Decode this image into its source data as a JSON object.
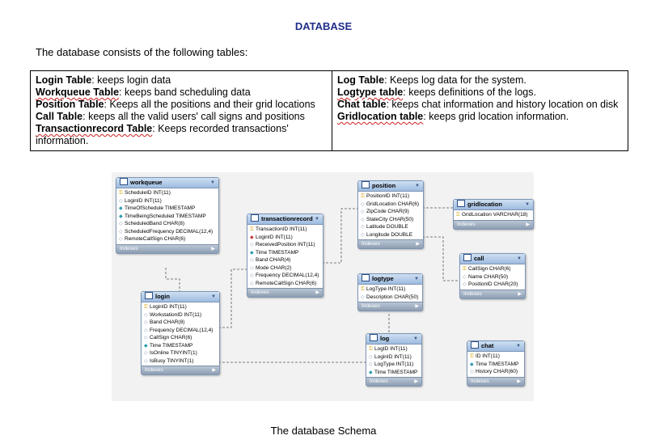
{
  "title": "DATABASE",
  "intro": "The database consists of the following tables:",
  "left_cell": [
    {
      "name": "Login Table",
      "desc": ": keeps login data",
      "squiggle": false
    },
    {
      "name": "Workqueue Table",
      "desc": ": keeps band scheduling data",
      "squiggle": true
    },
    {
      "name": "Position Table",
      "desc": ": Keeps all the positions and their grid locations",
      "squiggle": false
    },
    {
      "name": "Call Table",
      "desc": ": keeps all the valid users' call signs and positions",
      "squiggle": false
    },
    {
      "name": "Transactionrecord Table",
      "desc": ": Keeps recorded transactions' information.",
      "squiggle": true
    }
  ],
  "right_cell": [
    {
      "name": "Log Table",
      "desc": ": Keeps log data for the system.",
      "squiggle": false
    },
    {
      "name": "Logtype table",
      "desc": ": keeps definitions of the logs.",
      "squiggle": true
    },
    {
      "name": "Chat table",
      "desc": ": keeps chat information and history location on disk",
      "squiggle": false
    },
    {
      "name": "Gridlocation table",
      "desc": ": keeps grid location information.",
      "squiggle": true
    }
  ],
  "schema": {
    "indexes_label": "Indexes",
    "tables": {
      "workqueue": {
        "name": "workqueue",
        "columns": [
          {
            "icon": "pk",
            "text": "ScheduleID INT(11)"
          },
          {
            "icon": "nu",
            "text": "LoginID INT(11)"
          },
          {
            "icon": "nn",
            "text": "TimeOfSchedule TIMESTAMP"
          },
          {
            "icon": "nn",
            "text": "TimeBeingScheduled TIMESTAMP"
          },
          {
            "icon": "nu",
            "text": "ScheduledBand CHAR(8)"
          },
          {
            "icon": "nu",
            "text": "ScheduledFrequency DECIMAL(12,4)"
          },
          {
            "icon": "nu",
            "text": "RemoteCallSign CHAR(6)"
          }
        ]
      },
      "login": {
        "name": "login",
        "columns": [
          {
            "icon": "pk",
            "text": "LoginID INT(11)"
          },
          {
            "icon": "nu",
            "text": "WorkstationID INT(11)"
          },
          {
            "icon": "nu",
            "text": "Band CHAR(8)"
          },
          {
            "icon": "nu",
            "text": "Frequency DECIMAL(12,4)"
          },
          {
            "icon": "nu",
            "text": "CallSign CHAR(6)"
          },
          {
            "icon": "nn",
            "text": "Time TIMESTAMP"
          },
          {
            "icon": "nu",
            "text": "IsOnline TINYINT(1)"
          },
          {
            "icon": "nu",
            "text": "IsBusy TINYINT(1)"
          }
        ]
      },
      "transactionrecord": {
        "name": "transactionrecord",
        "columns": [
          {
            "icon": "pk",
            "text": "TransactionID INT(11)"
          },
          {
            "icon": "fk",
            "text": "LoginID INT(11)"
          },
          {
            "icon": "nu",
            "text": "ReceivedPosition INT(11)"
          },
          {
            "icon": "nn",
            "text": "Time TIMESTAMP"
          },
          {
            "icon": "nu",
            "text": "Band CHAR(4)"
          },
          {
            "icon": "nu",
            "text": "Mode CHAR(2)"
          },
          {
            "icon": "nu",
            "text": "Frequency DECIMAL(12,4)"
          },
          {
            "icon": "nu",
            "text": "RemoteCallSign CHAR(6)"
          }
        ]
      },
      "position": {
        "name": "position",
        "columns": [
          {
            "icon": "pk",
            "text": "PositionID INT(11)"
          },
          {
            "icon": "nu",
            "text": "GridLocation CHAR(6)"
          },
          {
            "icon": "nu",
            "text": "ZipCode CHAR(9)"
          },
          {
            "icon": "nu",
            "text": "StateCity CHAR(50)"
          },
          {
            "icon": "nu",
            "text": "Latitude DOUBLE"
          },
          {
            "icon": "nu",
            "text": "Longitude DOUBLE"
          }
        ]
      },
      "gridlocation": {
        "name": "gridlocation",
        "columns": [
          {
            "icon": "pk",
            "text": "GridLocation VARCHAR(18)"
          }
        ]
      },
      "call": {
        "name": "call",
        "columns": [
          {
            "icon": "pk",
            "text": "CallSign CHAR(6)"
          },
          {
            "icon": "nu",
            "text": "Name CHAR(50)"
          },
          {
            "icon": "nu",
            "text": "PositionID CHAR(20)"
          }
        ]
      },
      "logtype": {
        "name": "logtype",
        "columns": [
          {
            "icon": "pk",
            "text": "LogType INT(11)"
          },
          {
            "icon": "nu",
            "text": "Description CHAR(50)"
          }
        ]
      },
      "log": {
        "name": "log",
        "columns": [
          {
            "icon": "pk",
            "text": "LogID INT(11)"
          },
          {
            "icon": "nu",
            "text": "LoginID INT(11)"
          },
          {
            "icon": "nu",
            "text": "LogType INT(11)"
          },
          {
            "icon": "nn",
            "text": "Time TIMESTAMP"
          }
        ]
      },
      "chat": {
        "name": "chat",
        "columns": [
          {
            "icon": "pk",
            "text": "ID INT(11)"
          },
          {
            "icon": "nn",
            "text": "Time TIMESTAMP"
          },
          {
            "icon": "nu",
            "text": "History CHAR(60)"
          }
        ]
      }
    }
  },
  "caption": "The database Schema"
}
